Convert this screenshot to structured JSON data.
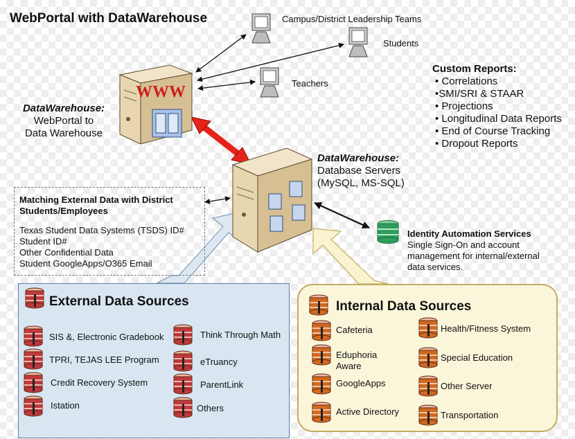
{
  "title": "WebPortal with DataWarehouse",
  "clients": {
    "leadership": "Campus/District  Leadership Teams",
    "students": "Students",
    "teachers": "Teachers"
  },
  "web_server": {
    "label": "WWW",
    "caption_bold": "DataWarehouse:",
    "caption_line1": "WebPortal to",
    "caption_line2": "Data Warehouse"
  },
  "db_server": {
    "caption_bold": "DataWarehouse:",
    "caption_line1": "Database Servers",
    "caption_line2": "(MySQL, MS-SQL)"
  },
  "custom_reports": {
    "title": "Custom Reports:",
    "items": [
      "• Correlations",
      "•SMI/SRI & STAAR",
      "• Projections",
      "• Longitudinal Data Reports",
      "• End of Course Tracking",
      "• Dropout Reports"
    ]
  },
  "matching": {
    "title_line1": "Matching External Data with District",
    "title_line2": "Students/Employees",
    "items": [
      "Texas Student Data Systems (TSDS) ID#",
      "Student ID#",
      "Other Confidential Data",
      "Student GoogleApps/O365 Email"
    ]
  },
  "identity": {
    "title": "Identity Automation Services",
    "line1": "Single Sign-On and account",
    "line2": "management for internal/external",
    "line3": "data services."
  },
  "external": {
    "title": "External Data Sources",
    "left": [
      "SIS &, Electronic Gradebook",
      "TPRI, TEJAS LEE Program",
      "Credit Recovery System",
      "Istation"
    ],
    "right": [
      "Think Through Math",
      "eTruancy",
      "ParentLink",
      "Others"
    ]
  },
  "internal": {
    "title": "Internal Data Sources",
    "left": [
      "Cafeteria",
      "Eduphoria",
      "Aware",
      "GoogleApps",
      "Active Directory"
    ],
    "right": [
      "Health/Fitness System",
      "Special Education",
      "Other Server",
      "Transportation"
    ]
  },
  "colors": {
    "external_bg": "#d9e6f2",
    "internal_bg": "#fbf6da",
    "red_arrow": "#e8221a",
    "db_ext": "#c0393b",
    "db_int": "#d2691e",
    "db_identity": "#2e9e5b"
  }
}
